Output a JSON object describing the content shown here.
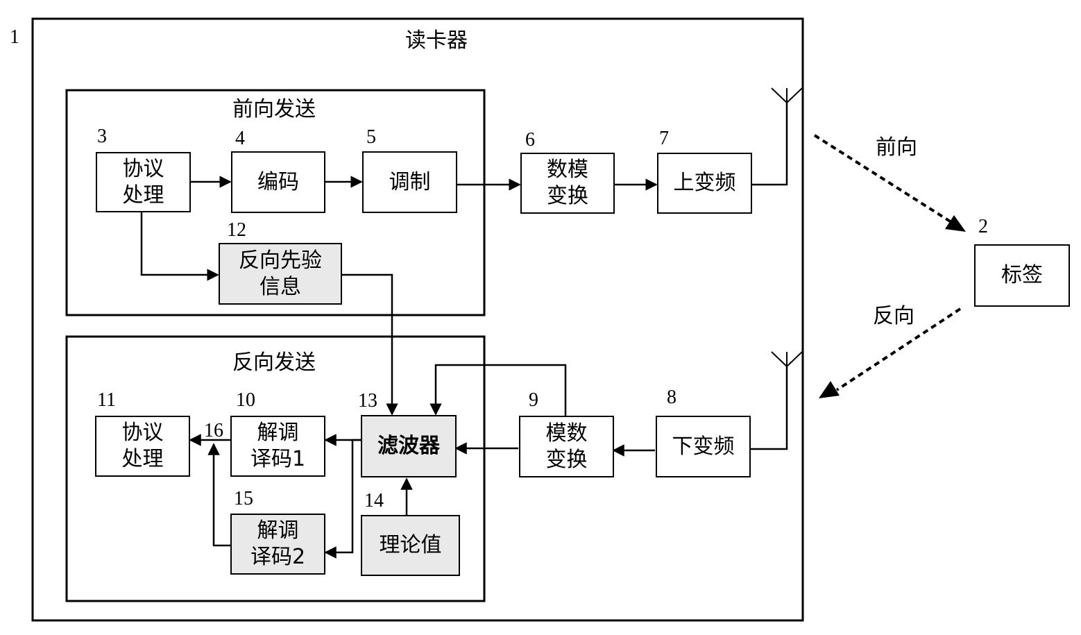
{
  "reader": {
    "number": "1",
    "title": "读卡器"
  },
  "forward_group": {
    "title": "前向发送"
  },
  "reverse_group": {
    "title": "反向发送"
  },
  "blocks": {
    "protocol_tx": {
      "number": "3",
      "line1": "协议",
      "line2": "处理"
    },
    "encoder": {
      "number": "4",
      "line1": "编码"
    },
    "modulator": {
      "number": "5",
      "line1": "调制"
    },
    "dac": {
      "number": "6",
      "line1": "数模",
      "line2": "变换"
    },
    "upconverter": {
      "number": "7",
      "line1": "上变频"
    },
    "prior_info": {
      "number": "12",
      "line1": "反向先验",
      "line2": "信息"
    },
    "downconverter": {
      "number": "8",
      "line1": "下变频"
    },
    "adc": {
      "number": "9",
      "line1": "模数",
      "line2": "变换"
    },
    "filter": {
      "number": "13",
      "line1": "滤波器"
    },
    "theory": {
      "number": "14",
      "line1": "理论值"
    },
    "demod1": {
      "number": "10",
      "line1": "解调",
      "line2": "译码1"
    },
    "demod2": {
      "number": "15",
      "line1": "解调",
      "line2": "译码2"
    },
    "protocol_rx": {
      "number": "11",
      "line1": "协议",
      "line2": "处理"
    },
    "tag": {
      "number": "2",
      "line1": "标签"
    }
  },
  "selector_number": "16",
  "links": {
    "forward_label": "前向",
    "reverse_label": "反向"
  }
}
